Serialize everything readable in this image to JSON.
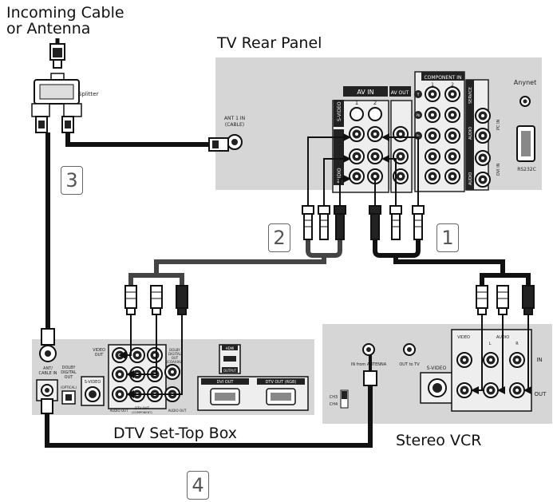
{
  "labels": {
    "incoming_line1": "Incoming Cable",
    "incoming_line2": "or Antenna",
    "tv_rear_panel": "TV Rear Panel",
    "splitter": "Splitter",
    "dtv_set_top_box": "DTV Set-Top Box",
    "stereo_vcr": "Stereo VCR"
  },
  "steps": [
    "1",
    "2",
    "3",
    "4"
  ],
  "tv_panel": {
    "ant1_in": "ANT 1 IN",
    "cable": "(CABLE)",
    "av_in": "AV IN",
    "av_out": "AV OUT",
    "ch1": "1",
    "ch2": "2",
    "s_video": "S-VIDEO",
    "video": "VIDEO",
    "audio": "AUDIO",
    "l": "L",
    "r": "R",
    "component_in": "COMPONENT IN",
    "comp1": "1",
    "comp2": "2",
    "y": "Y",
    "pb": "Pb",
    "pr": "Pr",
    "hdmi_out": "SERVICE",
    "audio_side": "AUDIO",
    "pc_in": "PC IN",
    "dvi_in": "DVI IN",
    "anynet": "Anynet",
    "rs232c": "RS232C"
  },
  "stb_panel": {
    "ant_cable_in": "ANT/",
    "ant_cable_in2": "CABLE IN",
    "dolby_digital_out": "DOLBY",
    "dolby_digital_out2": "DIGITAL",
    "dolby_digital_out3": "OUT",
    "optical": "(OPTICAL)",
    "s_video": "S-VIDEO",
    "video_out": "VIDEO",
    "video_out2": "OUT",
    "dolby_coaxial": "DOLBY",
    "dolby_coaxial2": "DIGITAL",
    "dolby_coaxial3": "OUT",
    "dolby_coaxial4": "(COAXIAL)",
    "audio_out": "AUDIO OUT",
    "dtv_out_component": "DTV OUT",
    "dtv_out_component2": "(COMPONENT)",
    "audio_out_right": "AUDIO OUT",
    "hdmi": "HDMI",
    "output": "OUTPUT",
    "dvi_out": "DVI OUT",
    "dtv_out_rgb": "DTV OUT (RGB)"
  },
  "vcr_panel": {
    "in_from_antenna": "IN from ANTENNA",
    "out_to_tv": "OUT to TV",
    "s_video": "S-VIDEO",
    "video": "VIDEO",
    "audio": "AUDIO",
    "l": "L",
    "r": "R",
    "in": "IN",
    "out": "OUT",
    "ch3": "CH3",
    "ch4": "CH4"
  },
  "colors": {
    "panel_gray": "#d6d6d6",
    "cable_black": "#111111",
    "jack_dark": "#2a2a2a",
    "label_box_border": "#666666"
  }
}
